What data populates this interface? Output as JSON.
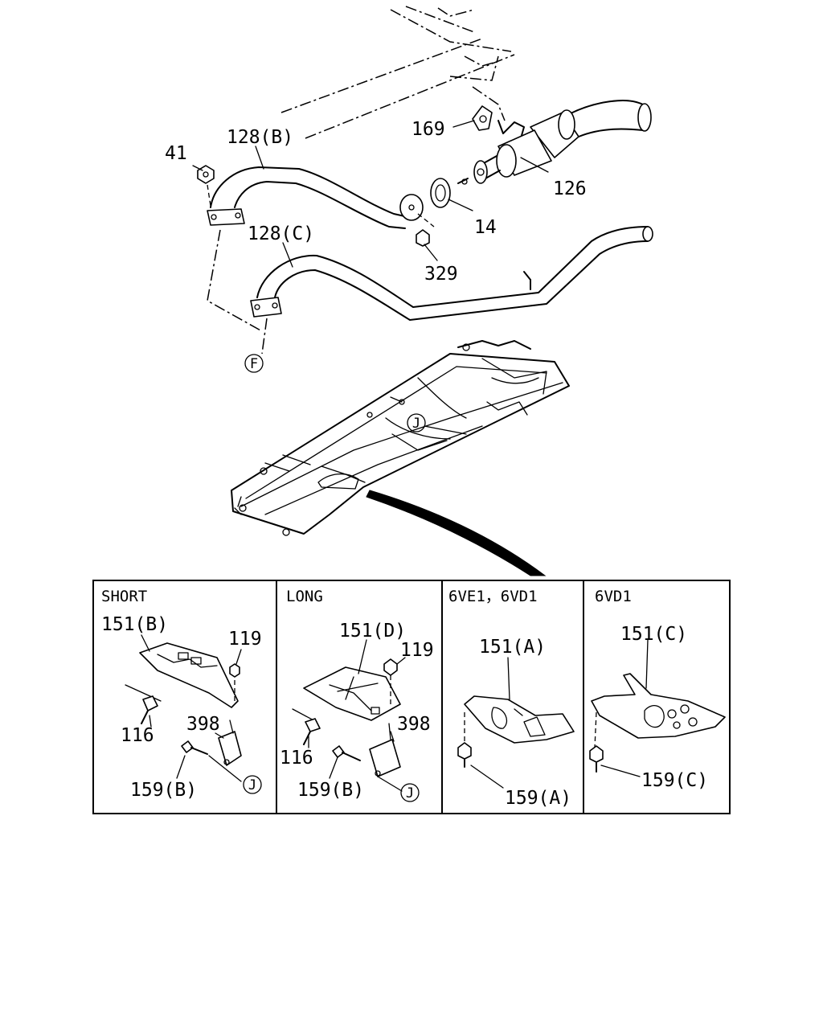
{
  "callouts": {
    "p128b": "128(B)",
    "p41": "41",
    "p169": "169",
    "p126": "126",
    "p14": "14",
    "p329": "329",
    "p128c": "128(C)",
    "refF": "F",
    "refJ_frame": "J"
  },
  "panels": [
    {
      "header": "SHORT",
      "labels": {
        "shield": "151(B)",
        "nut": "119",
        "bolt": "116",
        "bracket": "398",
        "bolt2": "159(B)",
        "ref": "J"
      }
    },
    {
      "header": "LONG",
      "labels": {
        "shield": "151(D)",
        "nut": "119",
        "bolt": "116",
        "bracket": "398",
        "bolt2": "159(B)",
        "ref": "J"
      }
    },
    {
      "header": "6VE1，6VD1",
      "labels": {
        "shield": "151(A)",
        "bolt": "159(A)"
      }
    },
    {
      "header": "6VD1",
      "labels": {
        "shield": "151(C)",
        "bolt": "159(C)"
      }
    }
  ]
}
